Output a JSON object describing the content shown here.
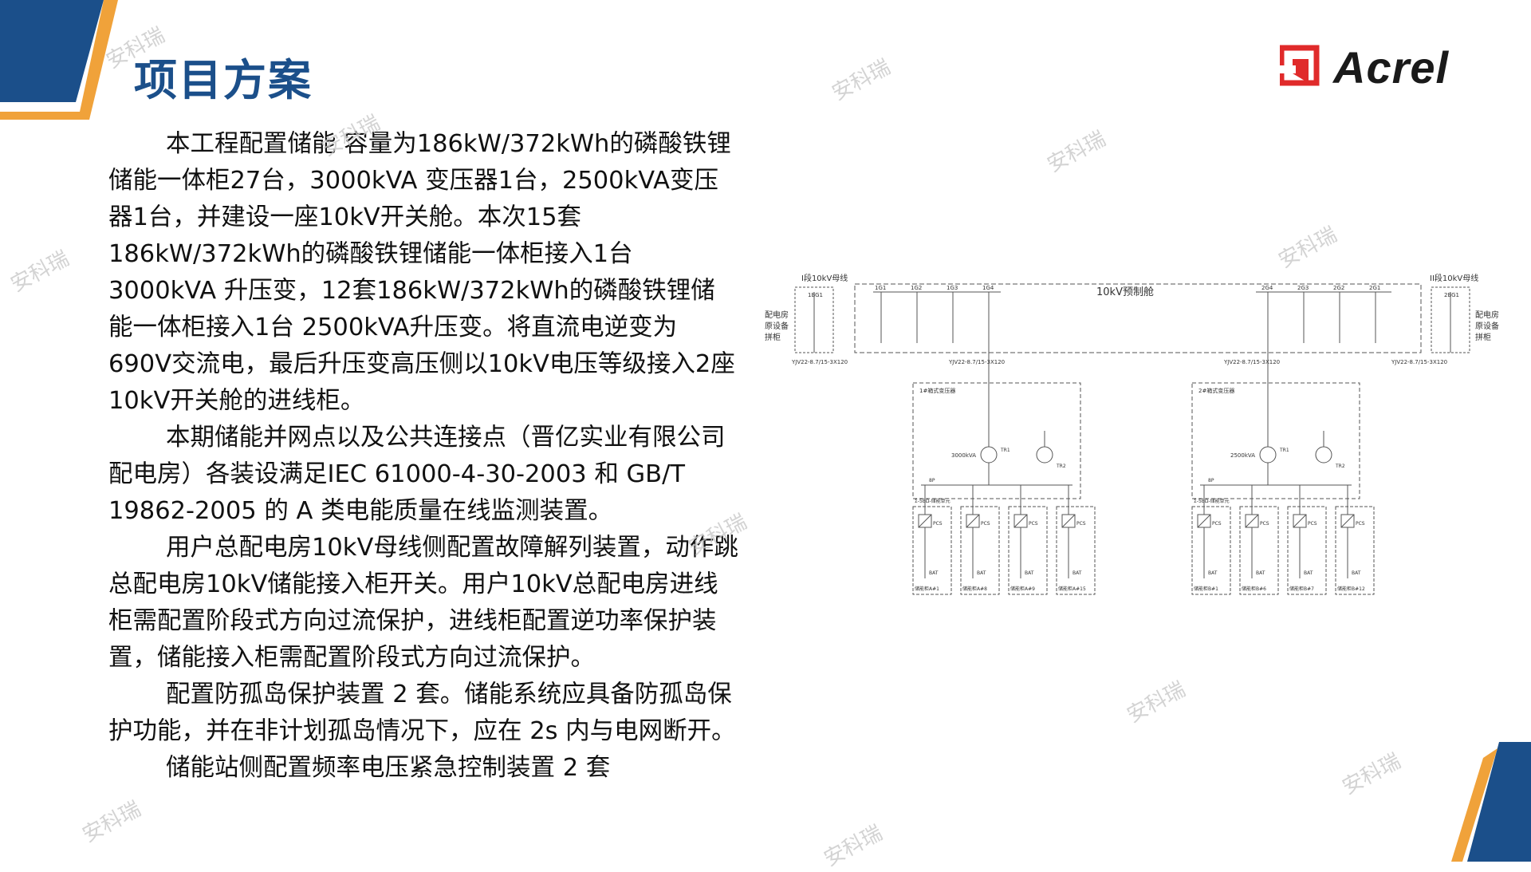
{
  "header": {
    "title": "项目方案",
    "logo_text": "Acrel"
  },
  "colors": {
    "brand_blue": "#1b4f8a",
    "accent_orange": "#f0a23a",
    "logo_red": "#e02a2a"
  },
  "watermark": "安科瑞",
  "paragraphs": [
    "本工程配置储能 容量为186kW/372kWh的磷酸铁锂储能一体柜27台，3000kVA 变压器1台，2500kVA变压器1台，并建设一座10kV开关舱。本次15套186kW/372kWh的磷酸铁锂储能一体柜接入1台3000kVA 升压变，12套186kW/372kWh的磷酸铁锂储能一体柜接入1台 2500kVA升压变。将直流电逆变为690V交流电，最后升压变高压侧以10kV电压等级接入2座10kV开关舱的进线柜。",
    "本期储能并网点以及公共连接点（晋亿实业有限公司配电房）各装设满足IEC 61000-4-30-2003 和 GB/T 19862-2005 的 A 类电能质量在线监测装置。",
    "用户总配电房10kV母线侧配置故障解列装置，动作跳总配电房10kV储能接入柜开关。用户10kV总配电房进线柜需配置阶段式方向过流保护，进线柜配置逆功率保护装置，储能接入柜需配置阶段式方向过流保护。",
    "配置防孤岛保护装置 2 套。储能系统应具备防孤岛保护功能，并在非计划孤岛情况下，应在 2s 内与电网断开。",
    "储能站侧配置频率电压紧急控制装置 2 套"
  ],
  "diagram": {
    "bus_left": "I段10kV母线",
    "bus_right": "II段10kV母线",
    "switchgear_title": "10kV预制舱",
    "room_left": [
      "配电房",
      "原设备",
      "拼柜"
    ],
    "room_right": [
      "配电房",
      "原设备",
      "拼柜"
    ],
    "left_panel_id": "1BG1",
    "right_panel_id": "2BG1",
    "left_cubicles": [
      "1G1",
      "1G2",
      "1G3",
      "1G4"
    ],
    "right_cubicles": [
      "2G4",
      "2G3",
      "2G2",
      "2G1"
    ],
    "cable_labels": [
      "YJV22-8.7/15-3X120",
      "YJV22-8.7/15-3X120",
      "YJV22-8.7/15-3X120",
      "YJV22-8.7/15-3X120"
    ],
    "transformer_boxes": [
      {
        "title": "1#箱式变压器",
        "rating": "3000kVA",
        "tag": "TR1",
        "aux_tag": "TR2"
      },
      {
        "title": "2#箱式变压器",
        "rating": "2500kVA",
        "tag": "TR1",
        "aux_tag": "TR2"
      }
    ],
    "pcs_label": "PCS",
    "bat_label": "BAT",
    "pcs_group_label": "8P",
    "cabinet_row_label": "Σ-5BΩ-储能单元",
    "cabinets_left": [
      "储能柜A#1",
      "储能柜A#8",
      "储能柜A#9",
      "储能柜A#15"
    ],
    "cabinets_right": [
      "储能柜B#1",
      "储能柜B#6",
      "储能柜B#7",
      "储能柜B#12"
    ]
  }
}
